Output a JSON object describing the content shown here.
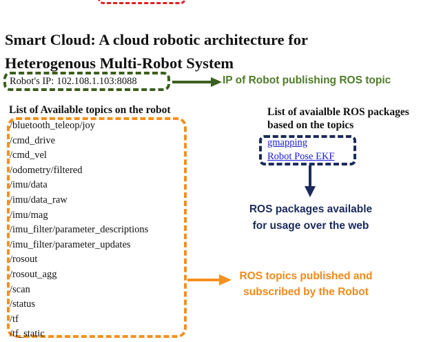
{
  "title_lines": [
    "Smart Cloud: A cloud robotic architecture for",
    "Heterogenous Multi-Robot System"
  ],
  "robot_ip": {
    "label": "Robot's IP:",
    "value": "102.108.1.103:8088"
  },
  "annotations": {
    "ip_note": "IP of Robot publishing ROS topic",
    "topics_note_lines": [
      "ROS topics published and",
      "subscribed  by the Robot"
    ],
    "packages_note_lines": [
      "ROS packages available",
      "for usage over the web"
    ]
  },
  "topics": {
    "heading": "List of Available topics on the robot",
    "items": [
      "/bluetooth_teleop/joy",
      "/cmd_drive",
      "/cmd_vel",
      "/odometry/filtered",
      "/imu/data",
      "/imu/data_raw",
      "/imu/mag",
      "/imu_filter/parameter_descriptions",
      "/imu_filter/parameter_updates",
      "/rosout",
      "/rosout_agg",
      "/scan",
      "/status",
      "/tf",
      "/tf_static"
    ]
  },
  "packages": {
    "heading_lines": [
      "List of avaialble ROS packages",
      "based on the topics"
    ],
    "links": [
      "gmapping",
      "Robot Pose EKF"
    ]
  },
  "colors": {
    "ip_box": "#3b5f1e",
    "ip_note": "#4e7b2a",
    "topics_box": "#f4901d",
    "topics_note": "#f08a1c",
    "packages_box": "#1a2a5c",
    "link": "#1a1ad8",
    "top_cut": "#e02020"
  }
}
